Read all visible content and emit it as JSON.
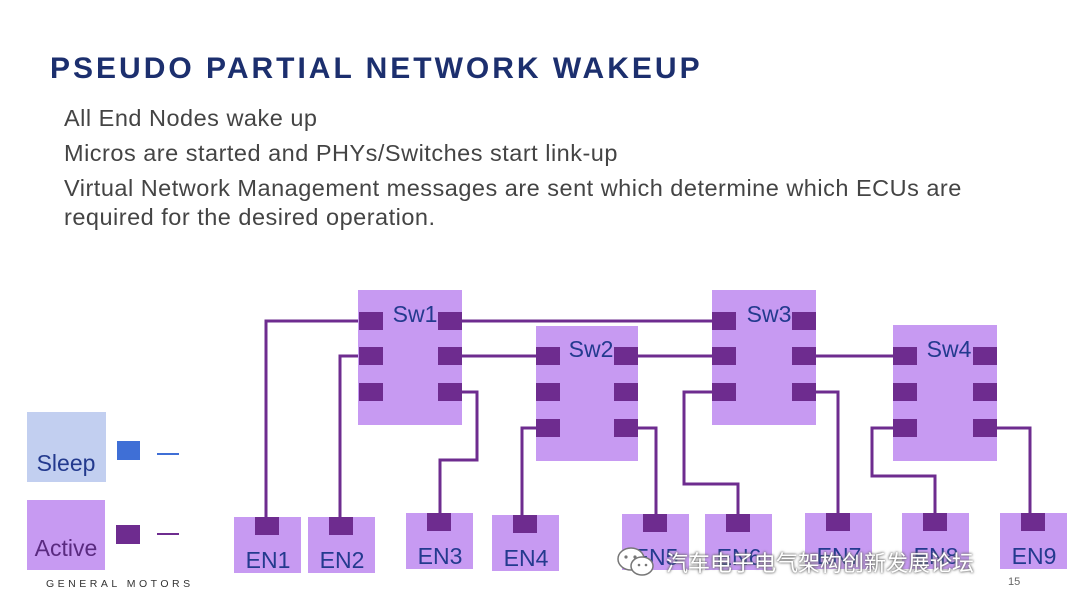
{
  "slide": {
    "title": "PSEUDO PARTIAL NETWORK WAKEUP",
    "bullets": [
      "All End Nodes wake up",
      "Micros are started and PHYs/Switches start link-up",
      "Virtual Network Management messages are sent which determine which ECUs are required for the desired operation."
    ],
    "footer": "GENERAL MOTORS",
    "page_number": "15",
    "watermark": "汽车电子电气架构创新发展论坛"
  },
  "legend": {
    "sleep_label": "Sleep",
    "active_label": "Active",
    "sleep_color": "#c2cff0",
    "sleep_port_color": "#3f6fd6",
    "active_color": "#c79af2",
    "active_port_color": "#6e2c8f"
  },
  "switches": [
    {
      "label": "Sw1"
    },
    {
      "label": "Sw2"
    },
    {
      "label": "Sw3"
    },
    {
      "label": "Sw4"
    }
  ],
  "end_nodes": [
    {
      "label": "EN1"
    },
    {
      "label": "EN2"
    },
    {
      "label": "EN3"
    },
    {
      "label": "EN4"
    },
    {
      "label": "EN5"
    },
    {
      "label": "EN6"
    },
    {
      "label": "EN7"
    },
    {
      "label": "EN8"
    },
    {
      "label": "EN9"
    }
  ],
  "colors": {
    "node_fill": "#c79af2",
    "port_fill": "#6e2c8f",
    "link": "#6e2c8f",
    "title": "#1c2f6e",
    "label": "#233a8e"
  }
}
